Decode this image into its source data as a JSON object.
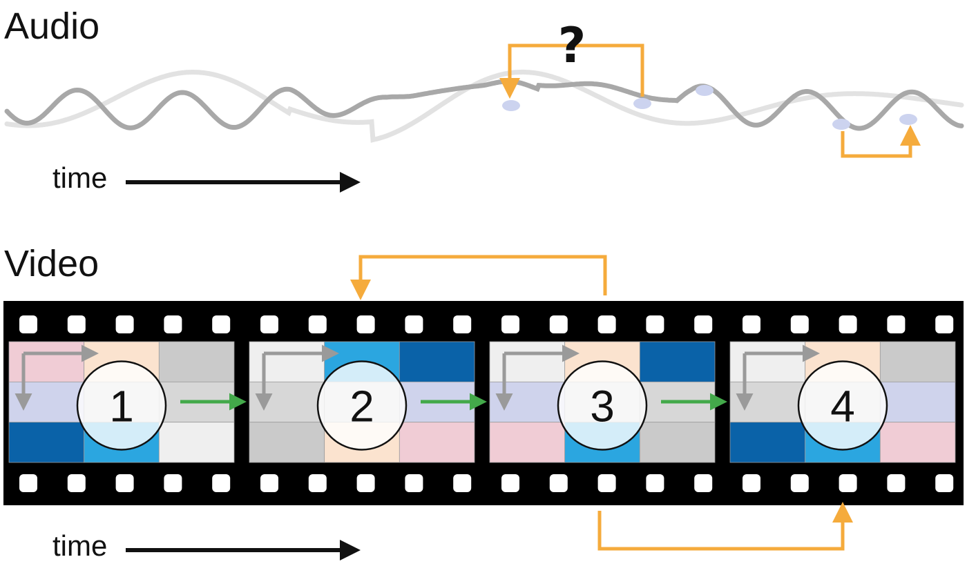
{
  "audio": {
    "label": "Audio",
    "time_label": "time",
    "question_mark": "?"
  },
  "video": {
    "label": "Video",
    "time_label": "time",
    "frames": [
      {
        "number": "1",
        "cells": [
          "#f0ccd5",
          "#fbe3cf",
          "#cacaca",
          "#cfd3ec",
          "#d7d7d7",
          "#d7d7d7",
          "#0a62a8",
          "#2ba6e0",
          "#efefef"
        ]
      },
      {
        "number": "2",
        "cells": [
          "#efefef",
          "#2ba6e0",
          "#0a62a8",
          "#d7d7d7",
          "#d7d7d7",
          "#cfd3ec",
          "#cacaca",
          "#fbe3cf",
          "#f0ccd5"
        ]
      },
      {
        "number": "3",
        "cells": [
          "#efefef",
          "#fbe3cf",
          "#0a62a8",
          "#cfd3ec",
          "#d7d7d7",
          "#d7d7d7",
          "#f0ccd5",
          "#2ba6e0",
          "#cacaca"
        ]
      },
      {
        "number": "4",
        "cells": [
          "#efefef",
          "#fbe3cf",
          "#cacaca",
          "#d7d7d7",
          "#d7d7d7",
          "#cfd3ec",
          "#0a62a8",
          "#2ba6e0",
          "#f0ccd5"
        ]
      }
    ]
  },
  "colors": {
    "link_orange": "#f5ab3c",
    "sequence_green": "#43a94a",
    "wave_dark": "#a8a8a8",
    "wave_light": "#e2e2e2",
    "sample_dot": "#ccd3ef",
    "film_black": "#000000",
    "scan_arrow_gray": "#9a9a9a"
  }
}
